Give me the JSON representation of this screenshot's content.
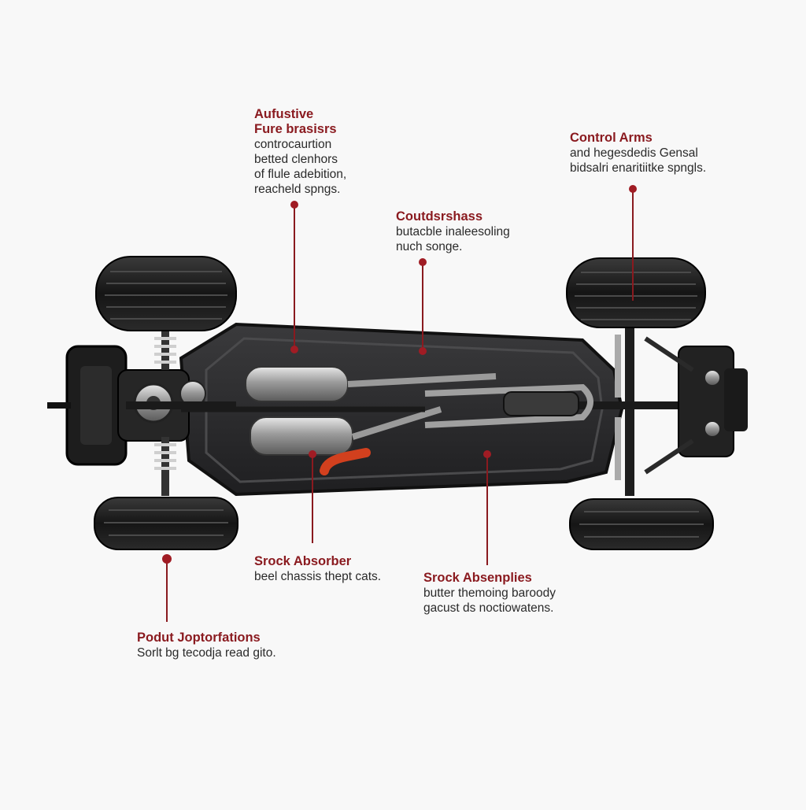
{
  "callouts": [
    {
      "id": "fuel",
      "title": "Aufustive\nFure brasisrs",
      "desc": "controcaurtion\nbetted clenhors\nof flule adebition,\nreacheld spngs."
    },
    {
      "id": "control-arms",
      "title": "Control Arms",
      "desc": "and hegesdedis Gensal\nbidsalri enaritiitke spngls."
    },
    {
      "id": "chassis",
      "title": "Coutdsrshass",
      "desc": "butacble inaleesoling\nnuch songe."
    },
    {
      "id": "shock-absorber",
      "title": "Srock Absorber",
      "desc": "beel chassis thept cats."
    },
    {
      "id": "shock-assemblies",
      "title": "Srock Absenplies",
      "desc": "butter themoing baroody\ngacust ds noctiowatens."
    },
    {
      "id": "product",
      "title": "Podut Joptorfations",
      "desc": "Sorlt bg tecodja read gito."
    }
  ],
  "colors": {
    "accent": "#8a1a1f",
    "tire": "#1c1c1c",
    "frame": "#2b2b2d",
    "chrome": "#b9b9b9",
    "hose": "#d2401e"
  }
}
